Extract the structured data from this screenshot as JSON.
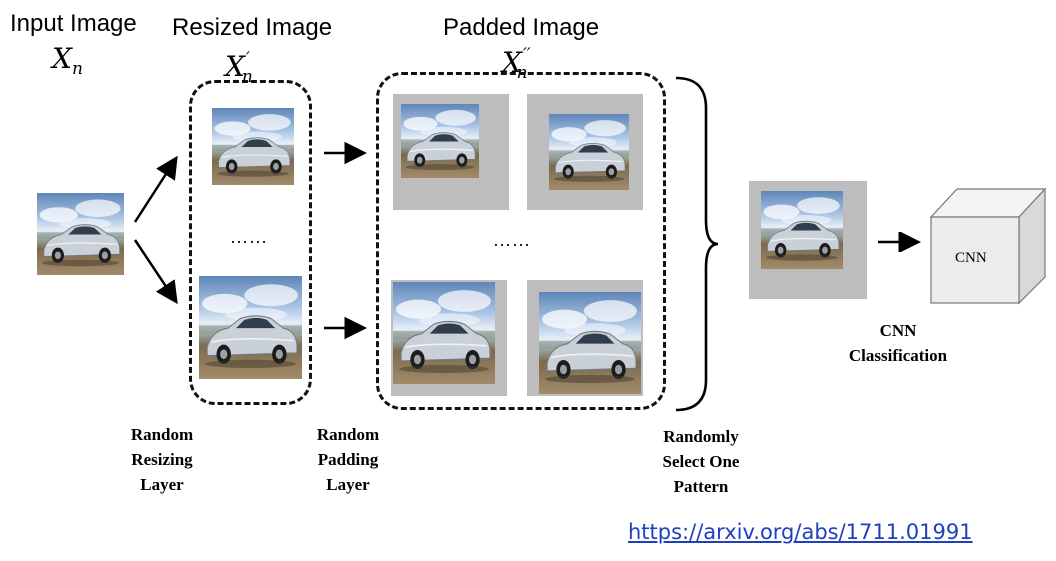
{
  "headers": {
    "input": "Input Image",
    "resized": "Resized Image",
    "padded": "Padded Image"
  },
  "math": {
    "input_base": "X",
    "input_sub": "n",
    "resized_base": "X",
    "resized_sub": "n",
    "resized_sup": "′",
    "padded_base": "X",
    "padded_sub": "n",
    "padded_sup": "′′"
  },
  "ellipsis": "……",
  "cube_label": "CNN",
  "captions": {
    "resizing": "Random\nResizing\nLayer",
    "padding": "Random\nPadding\nLayer",
    "select": "Randomly\nSelect One\nPattern",
    "classification": "CNN\nClassification"
  },
  "link": "https://arxiv.org/abs/1711.01991",
  "colors": {
    "padding_gray": "#bdbdbd",
    "link_blue": "#1f3fbf"
  },
  "icons": [
    "car-photo",
    "arrow-icon",
    "brace-icon",
    "cnn-cube-icon"
  ]
}
